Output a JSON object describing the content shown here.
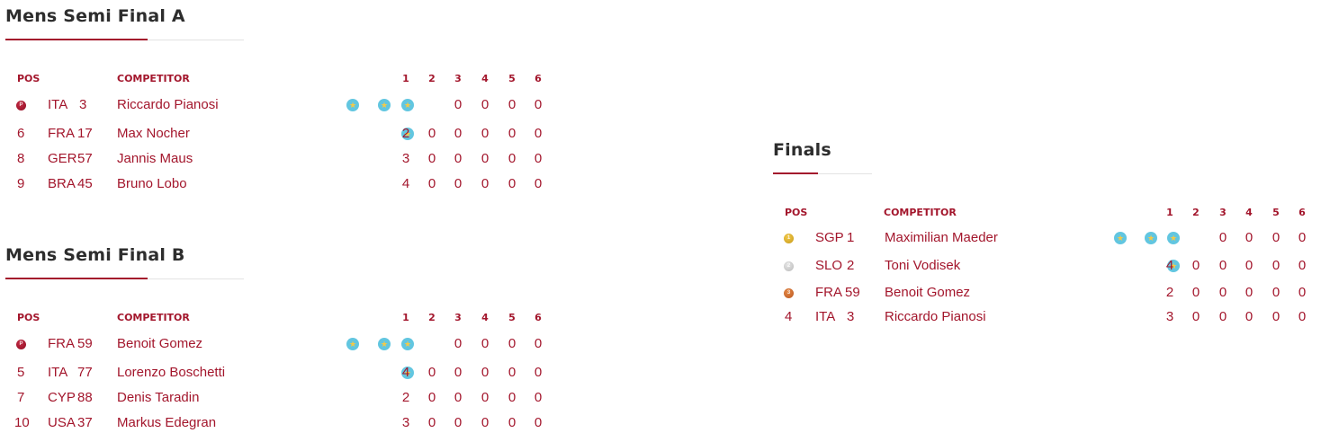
{
  "columns": {
    "pos": "POS",
    "competitor": "COMPETITOR",
    "heats": [
      "1",
      "2",
      "3",
      "4",
      "5",
      "6"
    ]
  },
  "sections": [
    {
      "id": "semi-a",
      "title": "Mens Semi Final A",
      "rows": [
        {
          "pos": "",
          "medal": "dark",
          "nat": "ITA",
          "num": "3",
          "name": "Riccardo Pianosi",
          "stars": 3,
          "vals": [
            "",
            "",
            "0",
            "0",
            "0",
            "0"
          ]
        },
        {
          "pos": "6",
          "medal": "",
          "nat": "FRA",
          "num": "17",
          "name": "Max Nocher",
          "stars": 1,
          "vals": [
            "2",
            "0",
            "0",
            "0",
            "0",
            "0"
          ]
        },
        {
          "pos": "8",
          "medal": "",
          "nat": "GER",
          "num": "57",
          "name": "Jannis Maus",
          "stars": 0,
          "vals": [
            "3",
            "0",
            "0",
            "0",
            "0",
            "0"
          ]
        },
        {
          "pos": "9",
          "medal": "",
          "nat": "BRA",
          "num": "45",
          "name": "Bruno Lobo",
          "stars": 0,
          "vals": [
            "4",
            "0",
            "0",
            "0",
            "0",
            "0"
          ]
        }
      ]
    },
    {
      "id": "semi-b",
      "title": "Mens Semi Final B",
      "rows": [
        {
          "pos": "",
          "medal": "dark",
          "nat": "FRA",
          "num": "59",
          "name": "Benoit Gomez",
          "stars": 3,
          "vals": [
            "",
            "",
            "0",
            "0",
            "0",
            "0"
          ]
        },
        {
          "pos": "5",
          "medal": "",
          "nat": "ITA",
          "num": "77",
          "name": "Lorenzo Boschetti",
          "stars": 1,
          "vals": [
            "4",
            "0",
            "0",
            "0",
            "0",
            "0"
          ]
        },
        {
          "pos": "7",
          "medal": "",
          "nat": "CYP",
          "num": "88",
          "name": "Denis Taradin",
          "stars": 0,
          "vals": [
            "2",
            "0",
            "0",
            "0",
            "0",
            "0"
          ]
        },
        {
          "pos": "10",
          "medal": "",
          "nat": "USA",
          "num": "37",
          "name": "Markus Edegran",
          "stars": 0,
          "vals": [
            "3",
            "0",
            "0",
            "0",
            "0",
            "0"
          ]
        }
      ]
    },
    {
      "id": "finals",
      "title": "Finals",
      "rows": [
        {
          "pos": "",
          "medal": "gold",
          "nat": "SGP",
          "num": "1",
          "name": "Maximilian Maeder",
          "stars": 3,
          "vals": [
            "",
            "",
            "0",
            "0",
            "0",
            "0"
          ]
        },
        {
          "pos": "",
          "medal": "silver",
          "nat": "SLO",
          "num": "2",
          "name": "Toni Vodisek",
          "stars": 1,
          "vals": [
            "4",
            "0",
            "0",
            "0",
            "0",
            "0"
          ]
        },
        {
          "pos": "",
          "medal": "bronze",
          "nat": "FRA",
          "num": "59",
          "name": "Benoit Gomez",
          "stars": 0,
          "vals": [
            "2",
            "0",
            "0",
            "0",
            "0",
            "0"
          ]
        },
        {
          "pos": "4",
          "medal": "",
          "nat": "ITA",
          "num": "3",
          "name": "Riccardo Pianosi",
          "stars": 0,
          "vals": [
            "3",
            "0",
            "0",
            "0",
            "0",
            "0"
          ]
        }
      ]
    }
  ],
  "colors": {
    "accent": "#a3162c",
    "title": "#2d2d2d",
    "star_badge": "#62c6e0"
  }
}
